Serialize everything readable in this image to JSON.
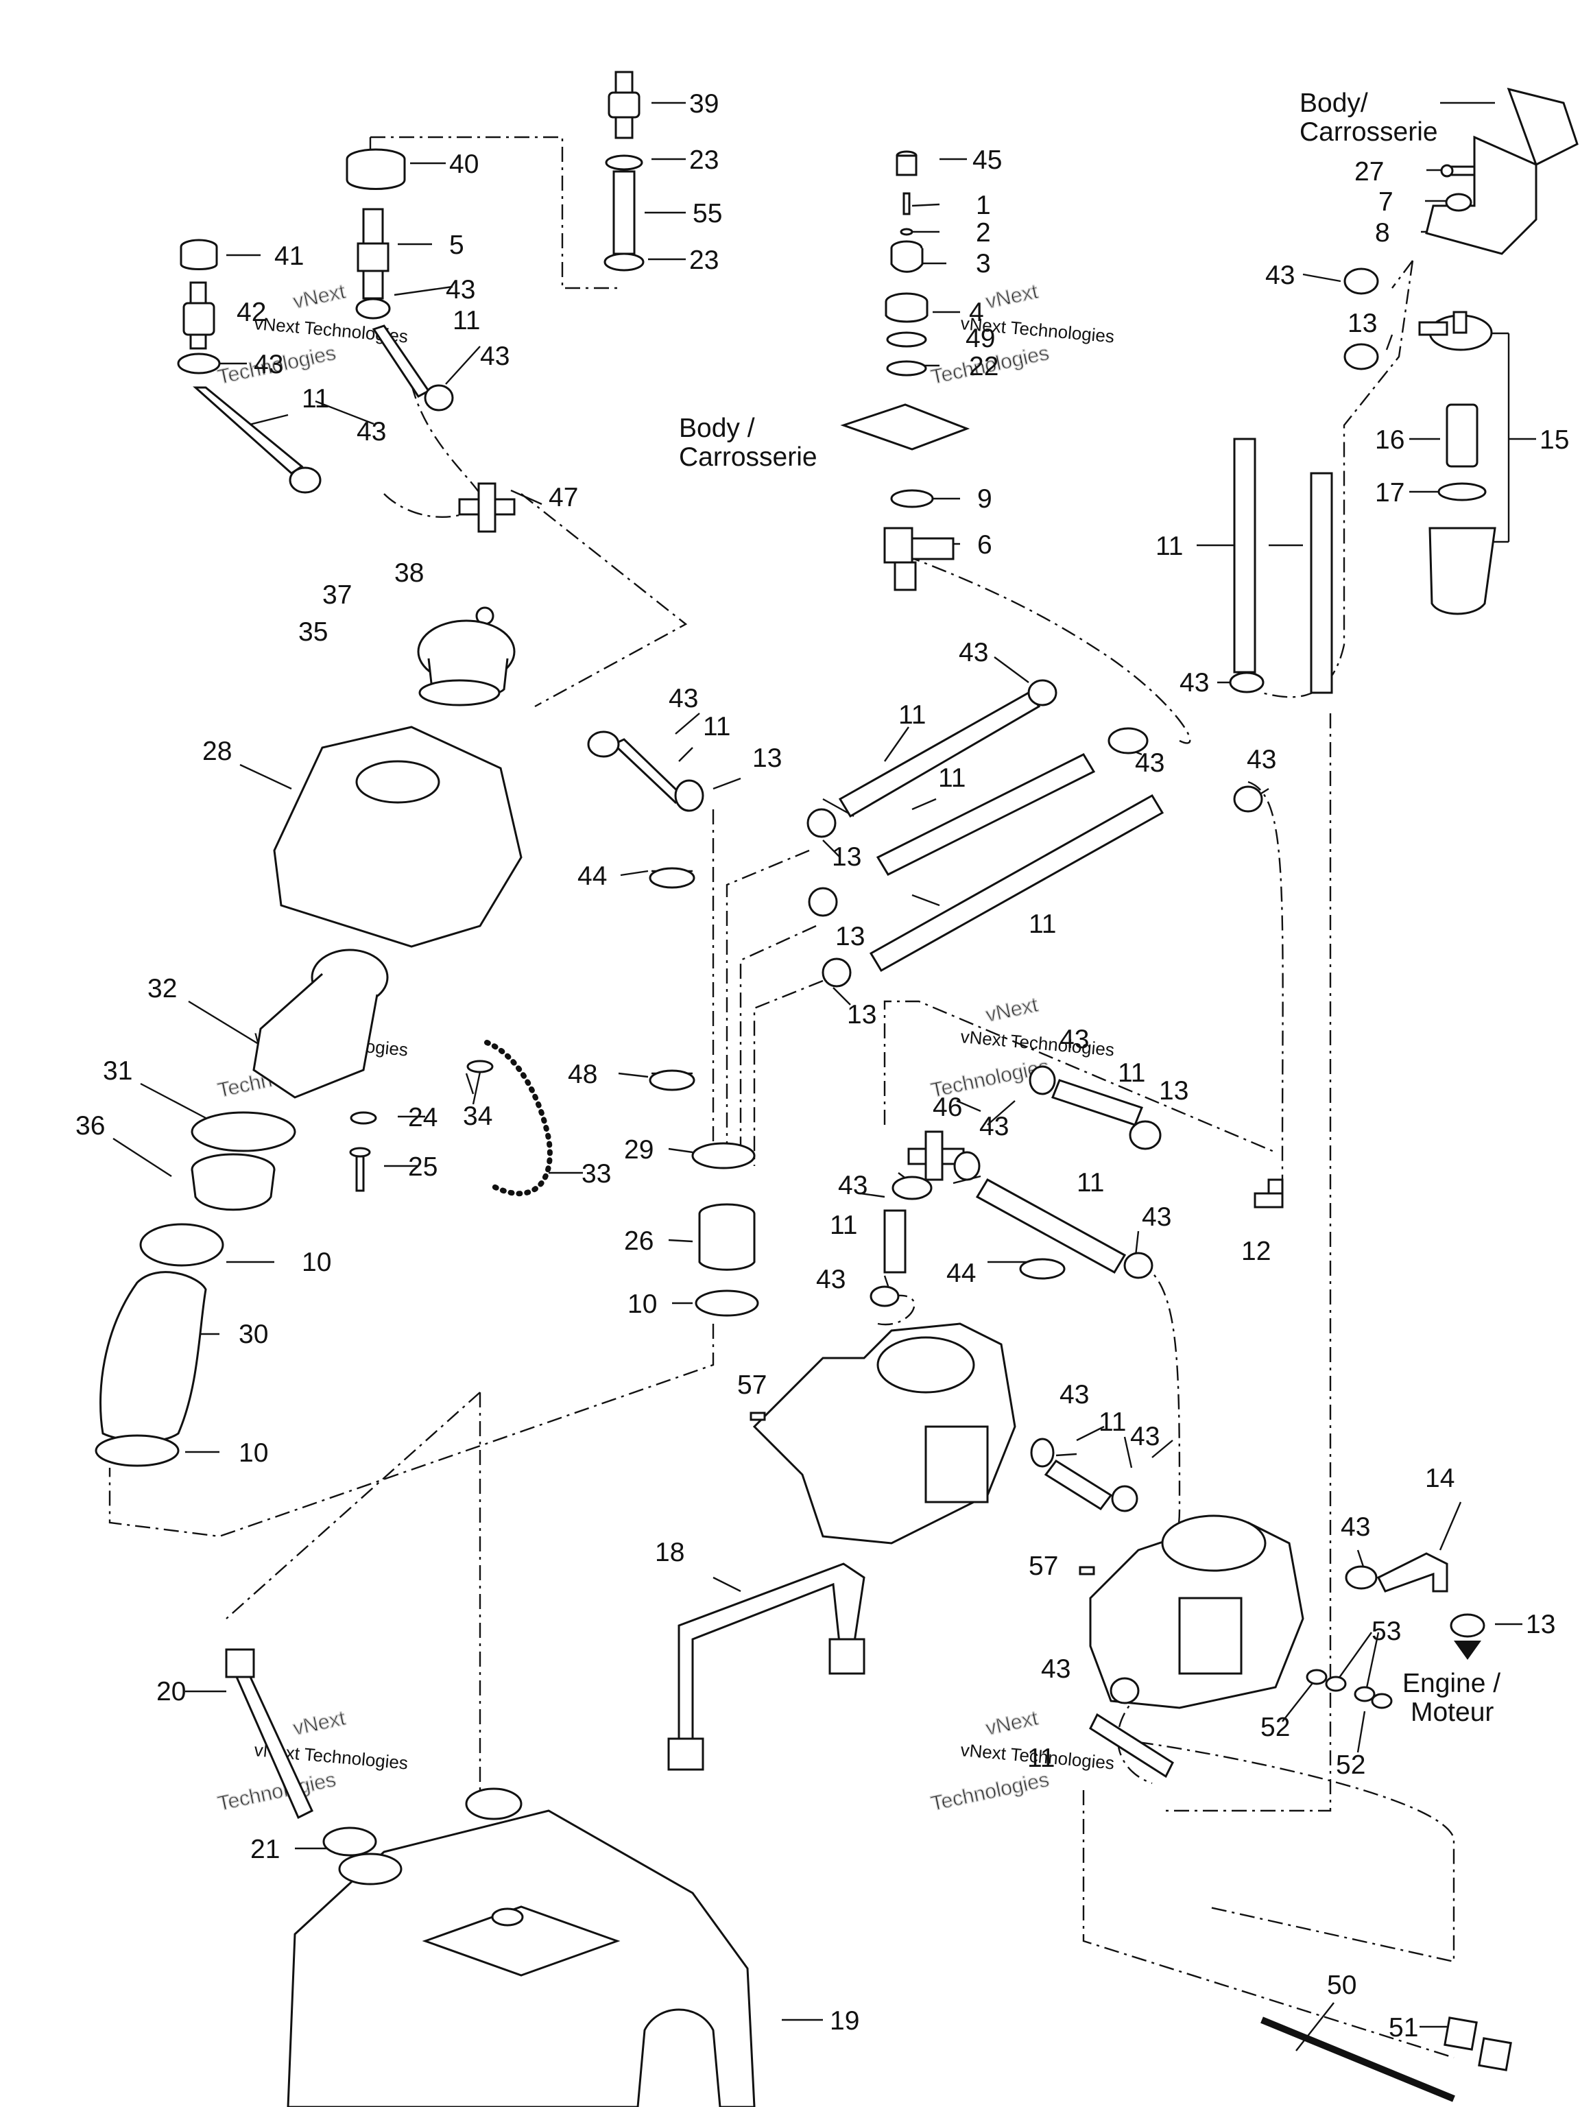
{
  "callouts": {
    "c1": "1",
    "c2": "2",
    "c3": "3",
    "c4": "4",
    "c5": "5",
    "c6": "6",
    "c7": "7",
    "c8": "8",
    "c9": "9",
    "c10": "10",
    "c11": "11",
    "c12": "12",
    "c13": "13",
    "c14": "14",
    "c15": "15",
    "c16": "16",
    "c17": "17",
    "c18": "18",
    "c19": "19",
    "c20": "20",
    "c21": "21",
    "c22": "22",
    "c23": "23",
    "c24": "24",
    "c25": "25",
    "c26": "26",
    "c27": "27",
    "c28": "28",
    "c29": "29",
    "c30": "30",
    "c31": "31",
    "c32": "32",
    "c33": "33",
    "c34": "34",
    "c35": "35",
    "c36": "36",
    "c37": "37",
    "c38": "38",
    "c39": "39",
    "c40": "40",
    "c41": "41",
    "c42": "42",
    "c43": "43",
    "c44": "44",
    "c45": "45",
    "c46": "46",
    "c47": "47",
    "c48": "48",
    "c49": "49",
    "c50": "50",
    "c51": "51",
    "c52": "52",
    "c53": "53",
    "c55": "55",
    "c57": "57"
  },
  "captions": {
    "body_top_right_line1": "Body/",
    "body_top_right_line2": "Carrosserie",
    "body_mid_line1": "Body /",
    "body_mid_line2": "Carrosserie",
    "engine_line1": "Engine /",
    "engine_line2": "Moteur"
  },
  "watermark": {
    "line1": "vNext Technologies",
    "outline_line1": "vNext",
    "outline_line2": "Technologies"
  }
}
